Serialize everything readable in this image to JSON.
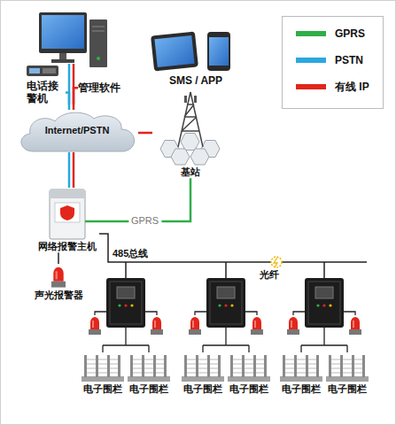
{
  "diagram": {
    "nodes": [
      {
        "text": [
          "电话接警机"
        ]
      },
      {
        "text": [
          "管理软件"
        ]
      },
      {
        "text": [
          "SMS / APP"
        ]
      },
      {
        "text": [
          "Internet/PSTN"
        ]
      },
      {
        "text": [
          "基站"
        ]
      },
      {
        "text": [
          "网络报警主机"
        ]
      },
      {
        "text": [
          "声光报警器"
        ]
      },
      {
        "text": [
          "电子围栏"
        ]
      },
      {
        "text": [
          "电子围栏"
        ]
      },
      {
        "text": [
          "电子围栏"
        ]
      },
      {
        "text": [
          "电子围栏"
        ]
      },
      {
        "text": [
          "电子围栏"
        ]
      },
      {
        "text": [
          "电子围栏"
        ]
      }
    ],
    "edges": [
      {
        "from": 0,
        "to": 3,
        "arrow": "none"
      },
      {
        "from": 1,
        "to": 3,
        "arrow": "none"
      },
      {
        "from": 3,
        "to": 5,
        "arrow": "none"
      },
      {
        "from": 3,
        "to": 5,
        "arrow": "none"
      },
      {
        "from": 3,
        "to": 4,
        "arrow": "none"
      },
      {
        "from": 5,
        "to": 4,
        "label": "GPRS",
        "arrow": "none"
      },
      {
        "from": 5,
        "to": 6,
        "arrow": "none"
      }
    ],
    "labels": [
      "485总线",
      "光纤"
    ],
    "legend": [
      {
        "text": "GPRS",
        "color": "#2fae48"
      },
      {
        "text": "PSTN",
        "color": "#29a8e0"
      },
      {
        "text": "有线 IP",
        "color": "#e1251b"
      }
    ]
  }
}
